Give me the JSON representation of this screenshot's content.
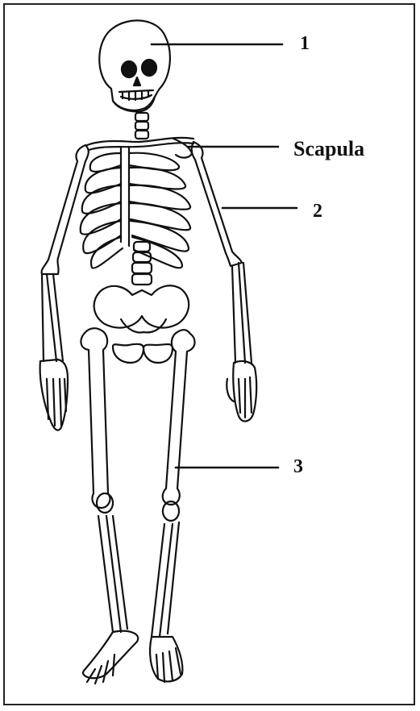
{
  "diagram": {
    "labels": {
      "label_1": "1",
      "label_scapula": "Scapula",
      "label_2": "2",
      "label_3": "3"
    }
  }
}
